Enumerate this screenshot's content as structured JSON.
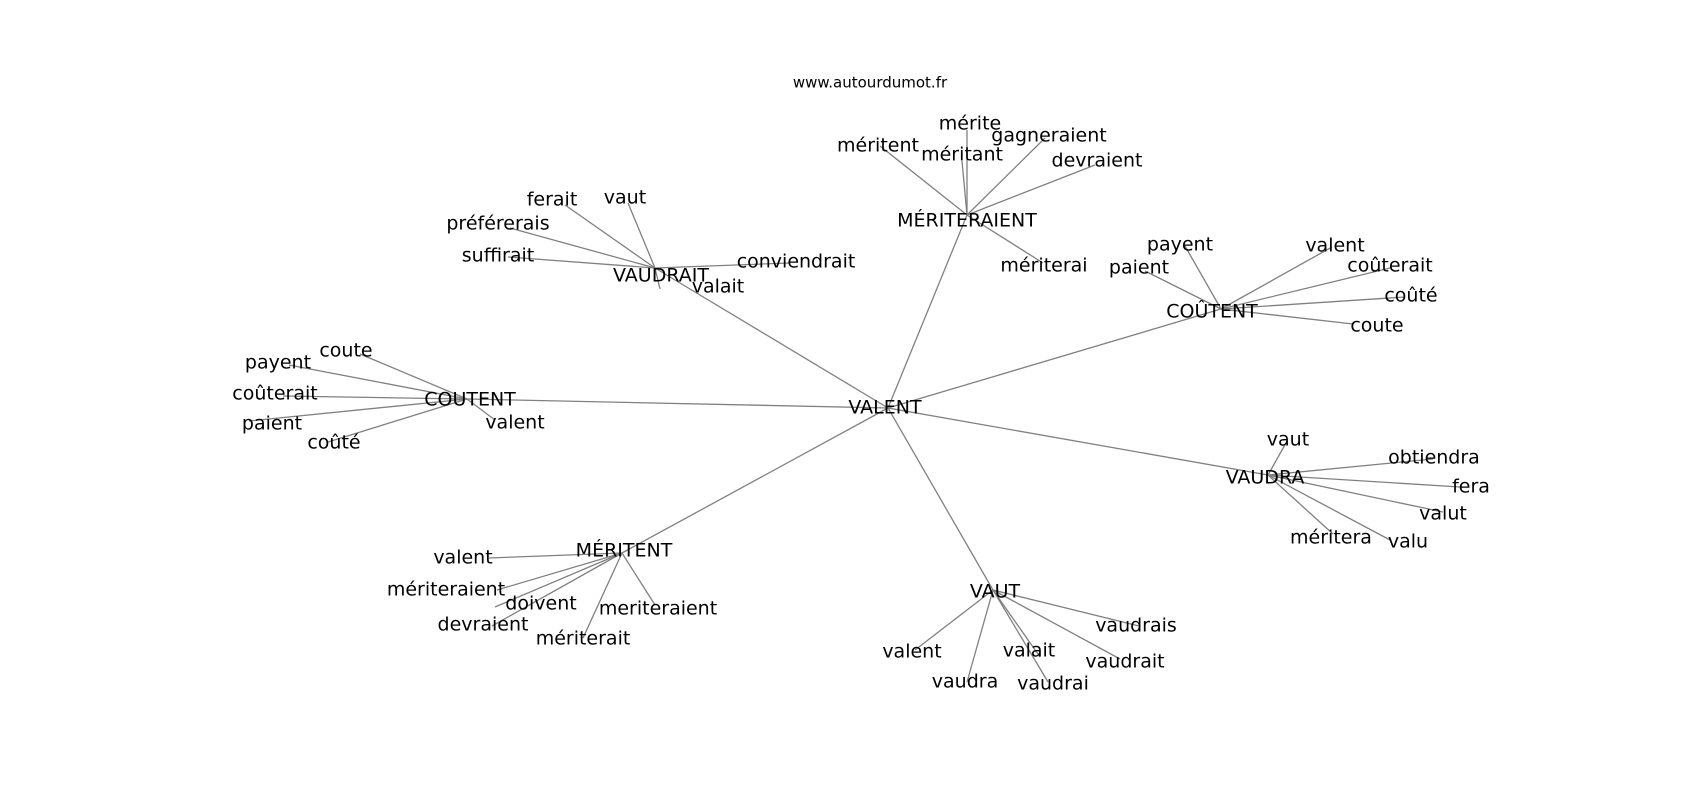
{
  "watermark": "www.autourdumot.fr",
  "root": "VALENT",
  "clusters": [
    {
      "label": "VAUDRAIT",
      "words": [
        "ferait",
        "vaut",
        "préférerais",
        "suffirait",
        "conviendrait",
        "valait"
      ]
    },
    {
      "label": "MÉRITERAIENT",
      "words": [
        "mérite",
        "méritent",
        "méritant",
        "gagneraient",
        "devraient",
        "mériterai"
      ]
    },
    {
      "label": "COÛTENT",
      "words": [
        "payent",
        "valent",
        "paient",
        "coûterait",
        "coûté",
        "coute"
      ]
    },
    {
      "label": "COUTENT",
      "words": [
        "coute",
        "payent",
        "coûterait",
        "paient",
        "coûté",
        "valent"
      ]
    },
    {
      "label": "VAUDRA",
      "words": [
        "vaut",
        "obtiendra",
        "fera",
        "valut",
        "méritera",
        "valu"
      ]
    },
    {
      "label": "MÉRITENT",
      "words": [
        "valent",
        "mériteraient",
        "doivent",
        "meriteraient",
        "devraient",
        "mériterait"
      ]
    },
    {
      "label": "VAUT",
      "words": [
        "vaudrais",
        "valent",
        "valait",
        "vaudrait",
        "vaudra",
        "vaudrai"
      ]
    }
  ]
}
